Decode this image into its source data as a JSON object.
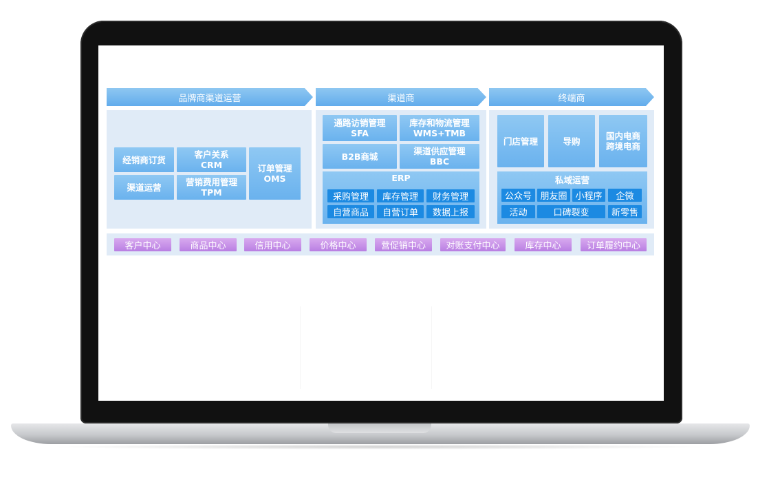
{
  "headers": [
    "品牌商渠道运营",
    "渠道商",
    "终端商"
  ],
  "brand": {
    "distributor_order": "经销商订货",
    "channel_ops": "渠道运营",
    "crm_line1": "客户关系",
    "crm_line2": "CRM",
    "tpm_line1": "营销费用管理",
    "tpm_line2": "TPM",
    "oms_line1": "订单管理",
    "oms_line2": "OMS"
  },
  "channel": {
    "sfa_line1": "通路访销管理",
    "sfa_line2": "SFA",
    "wms_line1": "库存和物流管理",
    "wms_line2": "WMS+TMB",
    "b2b": "B2B商城",
    "bbc_line1": "渠道供应管理",
    "bbc_line2": "BBC",
    "erp_title": "ERP",
    "erp_items": [
      "采购管理",
      "库存管理",
      "财务管理",
      "自营商品",
      "自营订单",
      "数据上报"
    ]
  },
  "terminal": {
    "store": "门店管理",
    "guide": "导购",
    "ecom_line1": "国内电商",
    "ecom_line2": "跨境电商",
    "private_title": "私域运营",
    "private_items": [
      "公众号",
      "朋友圈",
      "小程序",
      "企微",
      "活动",
      "口碑裂变",
      "新零售"
    ]
  },
  "centers": [
    "客户中心",
    "商品中心",
    "信用中心",
    "价格中心",
    "营促销中心",
    "对账支付中心",
    "库存中心",
    "订单履约中心"
  ],
  "colors": {
    "header_blue": "#62acec",
    "box_blue": "#6ab2ee",
    "chip_blue": "#1c8ae2",
    "panel_bg": "#e0ebf7",
    "pill_purple": "#b97fe2"
  }
}
